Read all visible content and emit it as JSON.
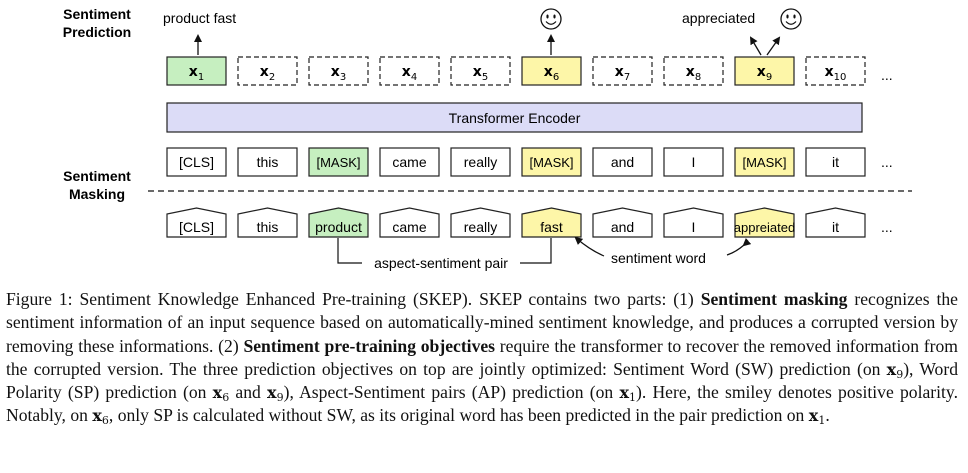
{
  "figure": {
    "section_labels": {
      "prediction": [
        "Sentiment",
        "Prediction"
      ],
      "masking": [
        "Sentiment",
        "Masking"
      ]
    },
    "outputs": [
      {
        "base": "x",
        "sub": "1",
        "style": "green"
      },
      {
        "base": "x",
        "sub": "2",
        "style": "dashed"
      },
      {
        "base": "x",
        "sub": "3",
        "style": "dashed"
      },
      {
        "base": "x",
        "sub": "4",
        "style": "dashed"
      },
      {
        "base": "x",
        "sub": "5",
        "style": "dashed"
      },
      {
        "base": "x",
        "sub": "6",
        "style": "yellow"
      },
      {
        "base": "x",
        "sub": "7",
        "style": "dashed"
      },
      {
        "base": "x",
        "sub": "8",
        "style": "dashed"
      },
      {
        "base": "x",
        "sub": "9",
        "style": "yellow"
      },
      {
        "base": "x",
        "sub": "10",
        "style": "dashed"
      }
    ],
    "ellipsis": "...",
    "predictions": {
      "x1": "product fast",
      "x9": "appreciated"
    },
    "encoder_label": "Transformer Encoder",
    "masked_inputs": [
      {
        "text": "[CLS]",
        "style": "white"
      },
      {
        "text": "this",
        "style": "white"
      },
      {
        "text": "[MASK]",
        "style": "green"
      },
      {
        "text": "came",
        "style": "white"
      },
      {
        "text": "really",
        "style": "white"
      },
      {
        "text": "[MASK]",
        "style": "yellow"
      },
      {
        "text": "and",
        "style": "white"
      },
      {
        "text": "I",
        "style": "white"
      },
      {
        "text": "[MASK]",
        "style": "yellow"
      },
      {
        "text": "it",
        "style": "white"
      }
    ],
    "original_inputs": [
      {
        "text": "[CLS]",
        "style": "white"
      },
      {
        "text": "this",
        "style": "white"
      },
      {
        "text": "product",
        "style": "green"
      },
      {
        "text": "came",
        "style": "white"
      },
      {
        "text": "really",
        "style": "white"
      },
      {
        "text": "fast",
        "style": "yellow"
      },
      {
        "text": "and",
        "style": "white"
      },
      {
        "text": "I",
        "style": "white"
      },
      {
        "text": "appreiated",
        "style": "yellow"
      },
      {
        "text": "it",
        "style": "white"
      }
    ],
    "annotations": {
      "aspect_sentiment_pair": "aspect-sentiment pair",
      "sentiment_word": "sentiment word"
    },
    "colors": {
      "green": "#c6efc0",
      "yellow": "#fdf6a8",
      "encoder": "#dcdcf7",
      "stroke": "#222222"
    }
  },
  "caption": {
    "label": "Figure 1:",
    "s1": "Sentiment Knowledge Enhanced Pre-training (SKEP). SKEP contains two parts: (1)",
    "b1": "Sentiment masking",
    "s2": "recognizes the sentiment information of an input sequence based on automatically-mined sentiment knowledge, and produces a corrupted version by removing these informations. (2)",
    "b2": "Sentiment pre-training objectives",
    "s3": "require the transformer to recover the removed information from the corrupted version. The three prediction objectives on top are jointly optimized: Sentiment Word (SW) prediction (on",
    "s4": "), Word Polarity (SP) prediction (on",
    "s5": "and",
    "s6": "), Aspect-Sentiment pairs (AP) prediction (on",
    "s7": "). Here, the smiley denotes positive polarity. Notably, on",
    "s8": ", only SP is calculated without SW, as its original word has been predicted in the pair prediction on",
    "s9": ".",
    "vars": {
      "x9": {
        "base": "x",
        "sub": "9"
      },
      "x6": {
        "base": "x",
        "sub": "6"
      },
      "x1": {
        "base": "x",
        "sub": "1"
      }
    }
  }
}
